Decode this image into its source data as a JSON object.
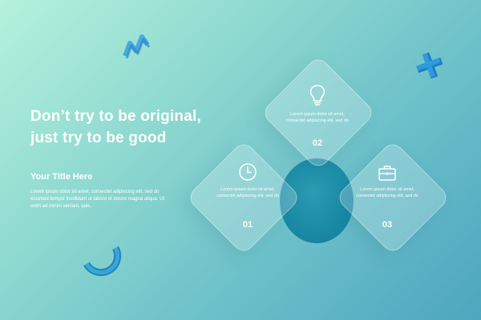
{
  "slide": {
    "headline": [
      "Don’t try to be original,",
      "just try to be good"
    ],
    "title": "Your Title Here",
    "body": "Lorem ipsum dolor sit amet, consectet adipiscing elit, sed do eiusmod tempor incididunt ut labore et dolore magna aliqua. Ut enim ad minim veniam, quis.",
    "colors": {
      "accent": "#1a8aa6",
      "text": "#ffffff",
      "bg_start": "#b5f2dc",
      "bg_end": "#4da6bf"
    }
  },
  "cards": [
    {
      "icon": "clock-icon",
      "text": "Lorem ipsum dolor sit amet, consectet adipiscing elit, sed do",
      "number": "01"
    },
    {
      "icon": "lightbulb-icon",
      "text": "Lorem ipsum dolor sit amet, consectet adipiscing elit, sed do",
      "number": "02"
    },
    {
      "icon": "briefcase-icon",
      "text": "Lorem ipsum dolor sit amet, consectet adipiscing elit, sed do",
      "number": "03"
    }
  ],
  "decorations": [
    "zigzag-shape",
    "plus-shape",
    "arc-shape"
  ]
}
